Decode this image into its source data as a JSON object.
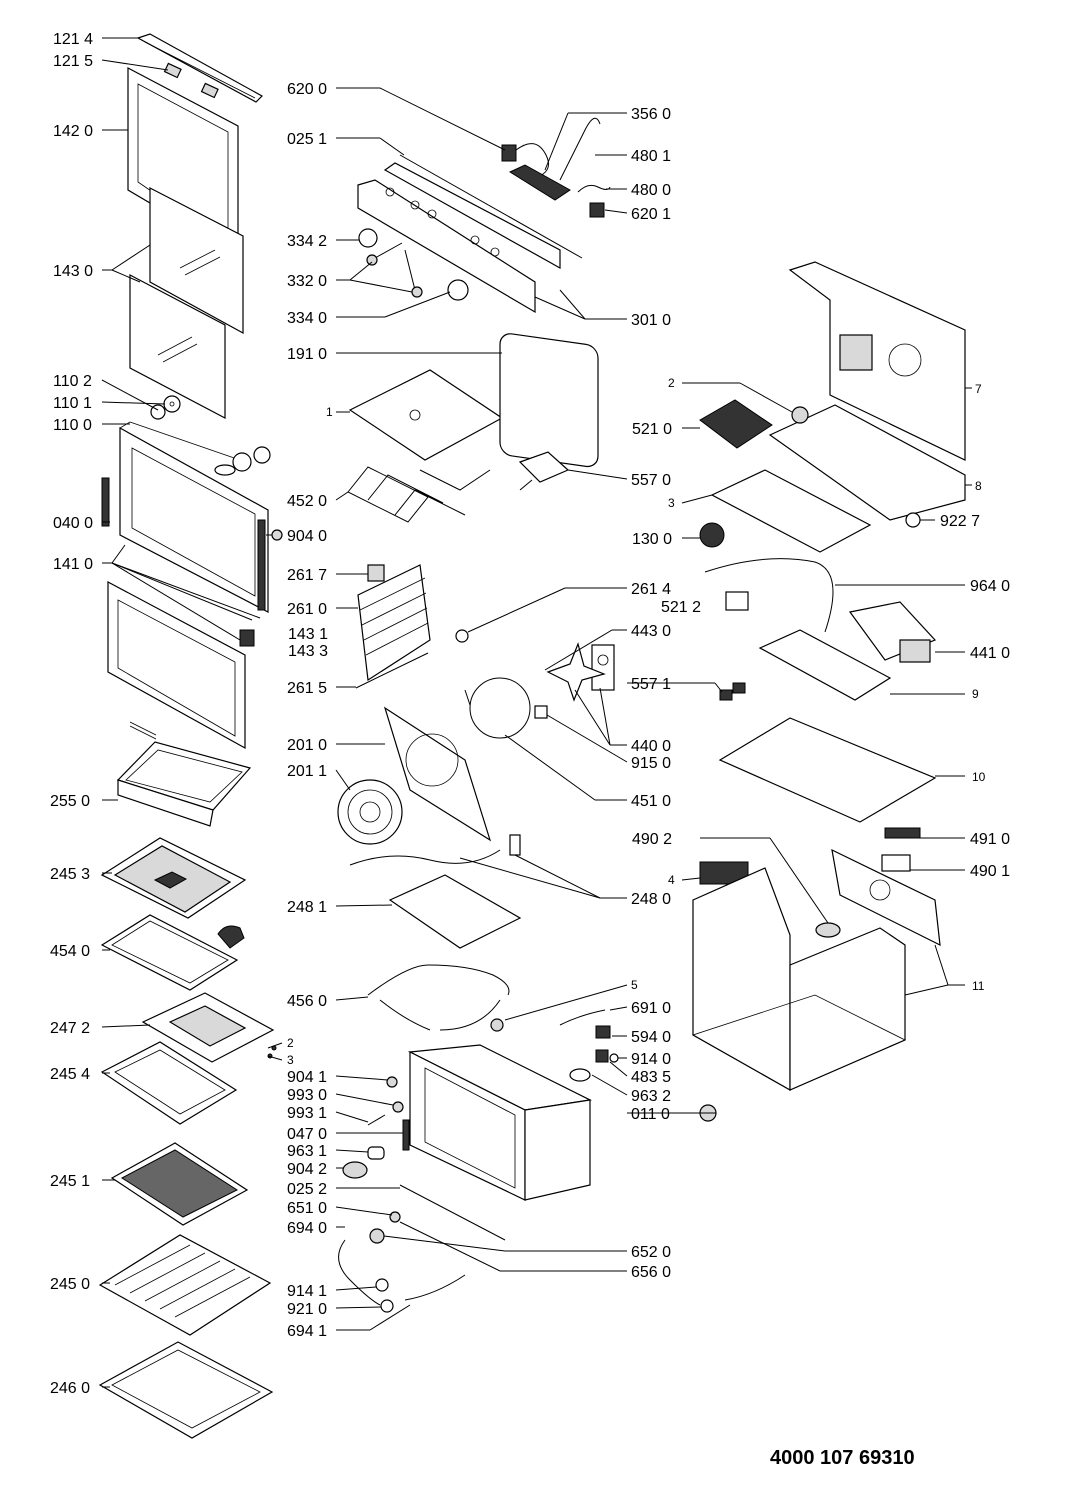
{
  "document_code": "4000 107 69310",
  "labels": [
    "121 4",
    "121 5",
    "142 0",
    "143 0",
    "110 2",
    "110 1",
    "110 0",
    "040 0",
    "141 0",
    "143 1",
    "143 3",
    "255 0",
    "245 3",
    "454 0",
    "247 2",
    "2",
    "3",
    "245 4",
    "245 1",
    "245 0",
    "246 0",
    "620 0",
    "025 1",
    "334 2",
    "332 0",
    "334 0",
    "191 0",
    "1",
    "452 0",
    "904 0",
    "261 7",
    "261 0",
    "261 5",
    "201 0",
    "201 1",
    "248 1",
    "456 0",
    "904 1",
    "993 0",
    "993 1",
    "047 0",
    "963 1",
    "904 2",
    "025 2",
    "651 0",
    "694 0",
    "914 1",
    "921 0",
    "694 1",
    "356 0",
    "480 1",
    "480 0",
    "620 1",
    "301 0",
    "557 0",
    "261 4",
    "443 0",
    "557 1",
    "440 0",
    "915 0",
    "451 0",
    "248 0",
    "5",
    "691 0",
    "594 0",
    "914 0",
    "483 5",
    "963 2",
    "011 0",
    "652 0",
    "656 0",
    "2",
    "7",
    "521 0",
    "3",
    "8",
    "922 7",
    "130 0",
    "964 0",
    "521 2",
    "441 0",
    "9",
    "10",
    "491 0",
    "490 2",
    "490 1",
    "4",
    "11"
  ]
}
